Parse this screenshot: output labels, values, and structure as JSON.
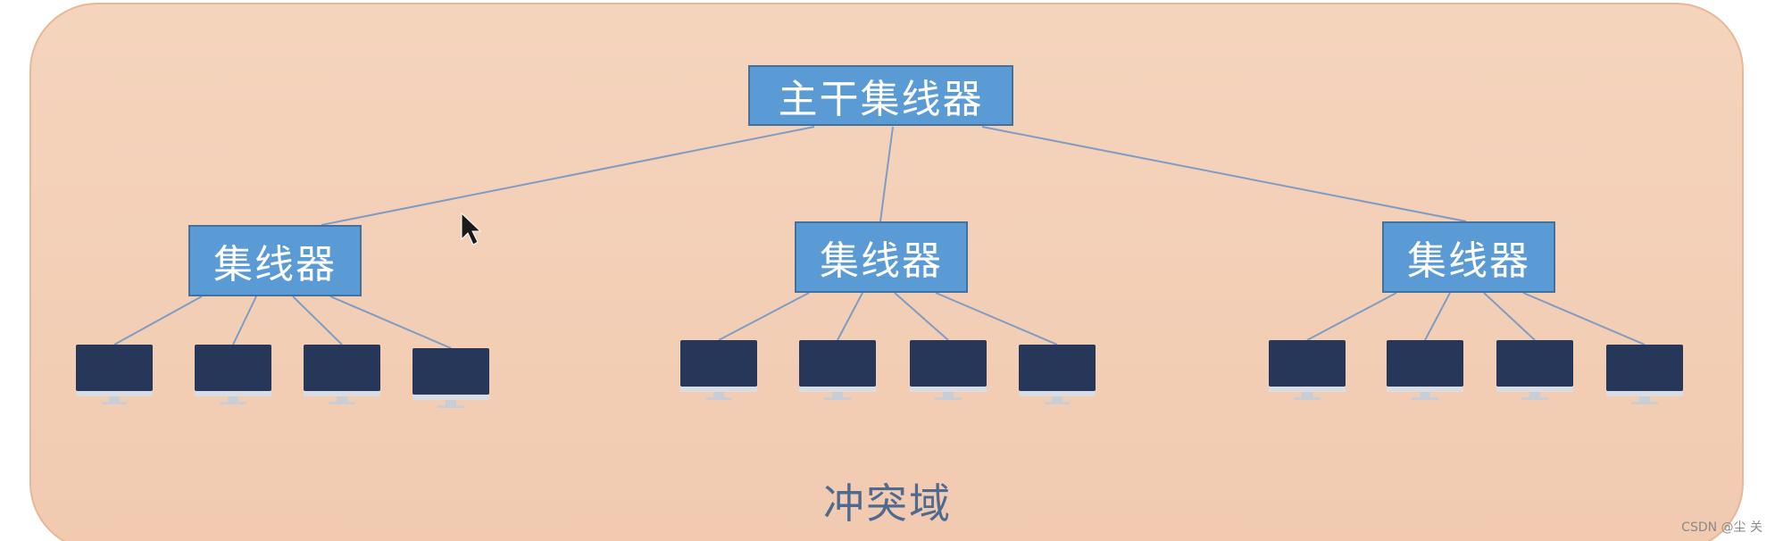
{
  "diagram": {
    "main_hub_label": "主干集线器",
    "hubs": [
      {
        "label": "集线器"
      },
      {
        "label": "集线器"
      },
      {
        "label": "集线器"
      }
    ],
    "computers_per_hub": 4,
    "caption": "冲突域"
  },
  "watermark": "CSDN @尘 关",
  "colors": {
    "region_fill": "#f3cfb6",
    "region_border": "#e8b99a",
    "hub_fill": "#5b9bd5",
    "hub_border": "#41719c",
    "line": "#7f9cc4",
    "monitor_screen": "#27375a",
    "caption_text": "#4e6a91"
  }
}
